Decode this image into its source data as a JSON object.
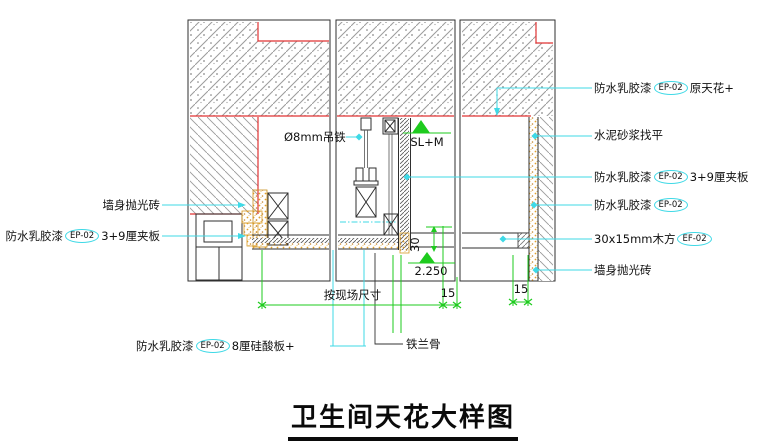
{
  "title": "卫生间天花大样图",
  "labels": {
    "right": [
      {
        "pre": "防水乳胶漆",
        "tag": "EP-02",
        "post": "原天花+"
      },
      {
        "pre": "水泥砂浆找平"
      },
      {
        "pre": "防水乳胶漆",
        "tag": "EP-02",
        "post": "3+9厘夹板"
      },
      {
        "pre": "防水乳胶漆",
        "tag": "EP-02"
      },
      {
        "pre": "30x15mm木方",
        "tag": "EF-02"
      },
      {
        "pre": "墙身抛光砖"
      }
    ],
    "left": [
      {
        "pre": "墙身抛光砖"
      },
      {
        "pre": "防水乳胶漆",
        "tag": "EP-02",
        "post": "3+9厘夹板"
      }
    ],
    "bottom": [
      {
        "pre": "防水乳胶漆",
        "tag": "EP-02",
        "post": "8厘硅酸板+"
      },
      {
        "pre": "铁兰骨"
      }
    ],
    "inner": {
      "hanger": "Ø8mm吊铁",
      "structure_level": "SL+M",
      "ceiling_level": "2.250",
      "dim_30": "30",
      "dim_site": "按现场尺寸",
      "dim_15_mid": "15",
      "dim_15_right": "15"
    }
  },
  "colors": {
    "line": "#2f2f2f",
    "red_structure": "#e03333",
    "cyan_leader": "#3fd9e6",
    "green_dimension": "#1ecb1e",
    "board_yellow": "#d79a25"
  }
}
